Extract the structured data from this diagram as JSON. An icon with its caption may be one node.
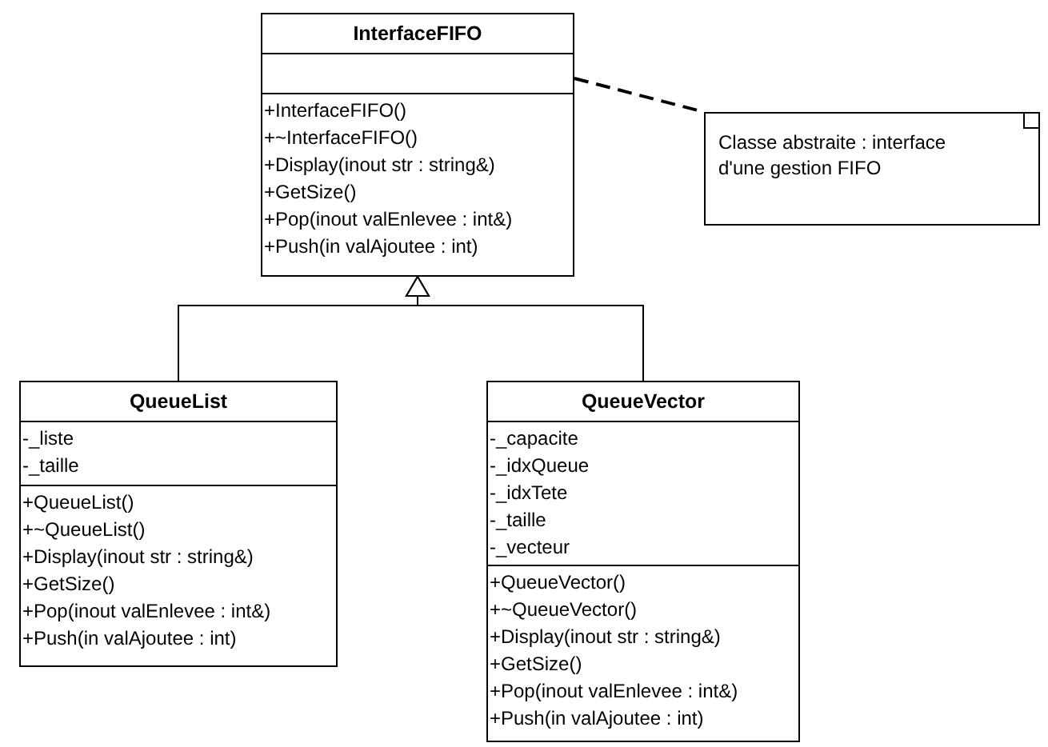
{
  "diagram": {
    "nodes": [
      {
        "text": [
          "InterfaceFIFO"
        ]
      },
      {
        "text": [],
        "shape": "box",
        "in": 0
      },
      {
        "text": [
          "+InterfaceFIFO()",
          "+~InterfaceFIFO()",
          "+Display(inout str : string&)",
          "+GetSize()",
          "+Pop(inout valEnlevee : int&)",
          "+Push(in valAjoutee : int)"
        ],
        "in": 0
      },
      {
        "text": [
          "Classe abstraite : interface d'une gestion FIFO"
        ]
      },
      {
        "text": [
          "QueueList"
        ]
      },
      {
        "text": [
          "-_liste",
          "-_taille"
        ],
        "in": 4
      },
      {
        "text": [
          "+QueueList()",
          "+~QueueList()",
          "+Display(inout str : string&)",
          "+GetSize()",
          "+Pop(inout valEnlevee : int&)",
          "+Push(in valAjoutee : int)"
        ],
        "in": 4
      },
      {
        "text": [
          "QueueVector"
        ]
      },
      {
        "text": [
          "-_capacite",
          "-_idxQueue",
          "-_idxTete",
          "-_taille",
          "-_vecteur"
        ],
        "in": 7
      },
      {
        "text": [
          "+QueueVector()",
          "+~QueueVector()",
          "+Display(inout str : string&)",
          "+GetSize()",
          "+Pop(inout valEnlevee : int&)",
          "+Push(in valAjoutee : int)"
        ],
        "in": 7
      }
    ],
    "edges": [
      {
        "from": 4,
        "to": 0,
        "arrow": "to"
      },
      {
        "from": 7,
        "to": 0,
        "arrow": "to"
      },
      {
        "from": 1,
        "to": 3,
        "arrow": "none",
        "style": "dashed"
      }
    ]
  }
}
